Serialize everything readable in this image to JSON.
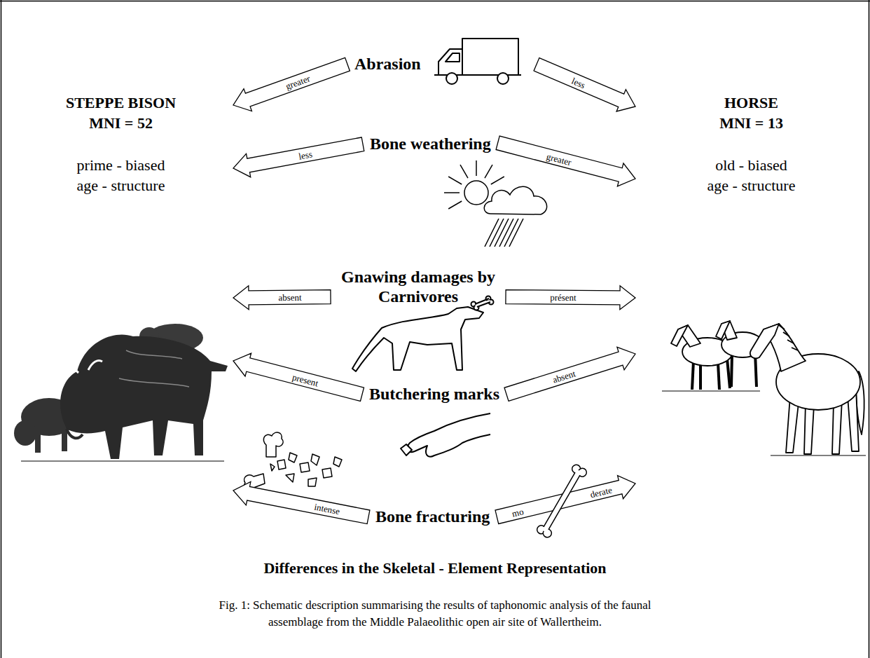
{
  "diagram": {
    "caption": "Fig. 1: Schematic description summarising the results of taphonomic analysis of the faunal assemblage from the Middle Palaeolithic open air site of Wallertheim.",
    "nodes": [
      {
        "text": [
          "Abrasion"
        ]
      },
      {
        "text": [
          "STEPPE BISON MNI = 52",
          "prime - biased age - structure"
        ]
      },
      {
        "text": [
          "HORSE MNI = 13",
          "old - biased age - structure"
        ]
      },
      {
        "text": [
          "Bone weathering"
        ]
      },
      {
        "text": [
          "Gnawing damages by Carnivores"
        ]
      },
      {
        "text": [
          "Butchering marks"
        ]
      },
      {
        "text": [
          "Bone fracturing"
        ]
      }
    ],
    "edges": [
      {
        "from": 0,
        "to": 1,
        "label": "greater",
        "arrow": "to"
      },
      {
        "from": 0,
        "to": 2,
        "label": "less",
        "arrow": "to"
      },
      {
        "from": 3,
        "to": 1,
        "label": "less",
        "arrow": "to"
      },
      {
        "from": 3,
        "to": 2,
        "label": "greater",
        "arrow": "to"
      },
      {
        "from": 4,
        "to": 1,
        "label": "absent",
        "arrow": "to"
      },
      {
        "from": 4,
        "to": 2,
        "label": "présent",
        "arrow": "to"
      },
      {
        "from": 5,
        "to": 1,
        "label": "present",
        "arrow": "to"
      },
      {
        "from": 5,
        "to": 2,
        "label": "absent",
        "arrow": "to"
      },
      {
        "from": 6,
        "to": 1,
        "label": "intense",
        "arrow": "to"
      },
      {
        "from": 6,
        "to": 2,
        "label": "mo",
        "arrow": "to"
      }
    ],
    "labels": [
      "derate",
      "Differences in the Skeletal - Element Representation"
    ]
  }
}
